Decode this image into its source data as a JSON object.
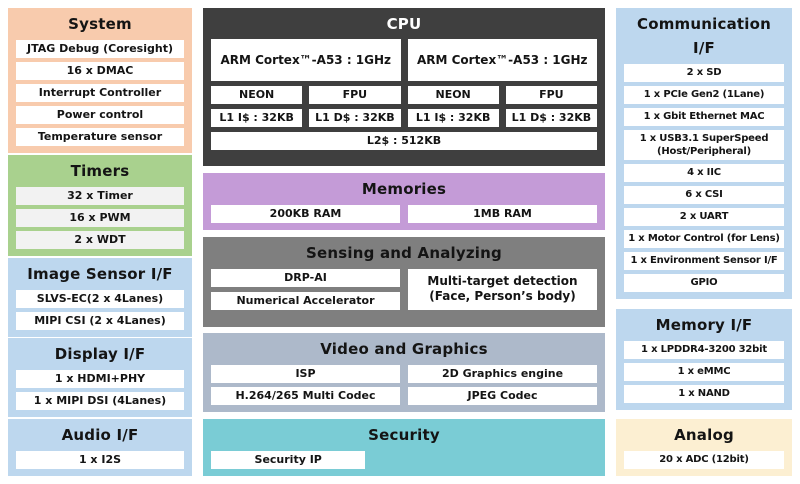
{
  "colors": {
    "system_bg": "#F8CBAD",
    "timers_bg": "#A9D18E",
    "io_blue_bg": "#BDD7EE",
    "cpu_bg": "#3F3F3F",
    "memories_bg": "#C49BD7",
    "sensing_bg": "#7F7F7F",
    "video_bg": "#ADB9CA",
    "security_bg": "#7ACCD5",
    "analog_bg": "#FCEFD2",
    "item_bg": "#FFFFFF",
    "text": "#141414",
    "cpu_title_text": "#FFFFFF"
  },
  "system": {
    "title": "System",
    "items": [
      "JTAG Debug (Coresight)",
      "16 x DMAC",
      "Interrupt Controller",
      "Power control",
      "Temperature sensor"
    ]
  },
  "timers": {
    "title": "Timers",
    "items": [
      "32 x Timer",
      "16 x PWM",
      "2 x WDT"
    ]
  },
  "image_sensor": {
    "title": "Image Sensor I/F",
    "items": [
      "SLVS-EC(2 x 4Lanes)",
      "MIPI CSI (2 x 4Lanes)"
    ]
  },
  "display": {
    "title": "Display I/F",
    "items": [
      "1 x HDMI+PHY",
      "1 x MIPI DSI (4Lanes)"
    ]
  },
  "audio": {
    "title": "Audio I/F",
    "items": [
      "1 x I2S"
    ]
  },
  "cpu": {
    "title": "CPU",
    "cores": [
      "ARM Cortex™-A53  : 1GHz",
      "ARM Cortex™-A53  : 1GHz"
    ],
    "units": [
      "NEON",
      "FPU",
      "NEON",
      "FPU"
    ],
    "caches": [
      "L1 I$ : 32KB",
      "L1 D$ : 32KB",
      "L1 I$ : 32KB",
      "L1 D$ : 32KB"
    ],
    "l2": "L2$ : 512KB"
  },
  "memories": {
    "title": "Memories",
    "items": [
      "200KB RAM",
      "1MB RAM"
    ]
  },
  "sensing": {
    "title": "Sensing and Analyzing",
    "items": [
      "DRP-AI",
      "Numerical Accelerator"
    ],
    "multi_line1": "Multi-target detection",
    "multi_line2": "(Face, Person’s body)"
  },
  "video": {
    "title": "Video and Graphics",
    "items": [
      "ISP",
      "2D Graphics engine",
      "H.264/265 Multi Codec",
      "JPEG Codec"
    ]
  },
  "security": {
    "title": "Security",
    "items": [
      "Security IP"
    ]
  },
  "communication": {
    "title": "Communication I/F",
    "items": [
      "2 x SD",
      "1 x PCIe Gen2 (1Lane)",
      "1 x Gbit Ethernet MAC",
      "1 x USB3.1 SuperSpeed (Host/Peripheral)",
      "4 x IIC",
      "6 x CSI",
      "2 x UART",
      "1 x Motor Control (for Lens)",
      "1 x Environment Sensor I/F",
      "GPIO"
    ]
  },
  "memory_if": {
    "title": "Memory I/F",
    "items": [
      "1 x LPDDR4-3200 32bit",
      "1 x eMMC",
      "1 x NAND"
    ]
  },
  "analog": {
    "title": "Analog",
    "items": [
      "20 x ADC (12bit)"
    ]
  }
}
